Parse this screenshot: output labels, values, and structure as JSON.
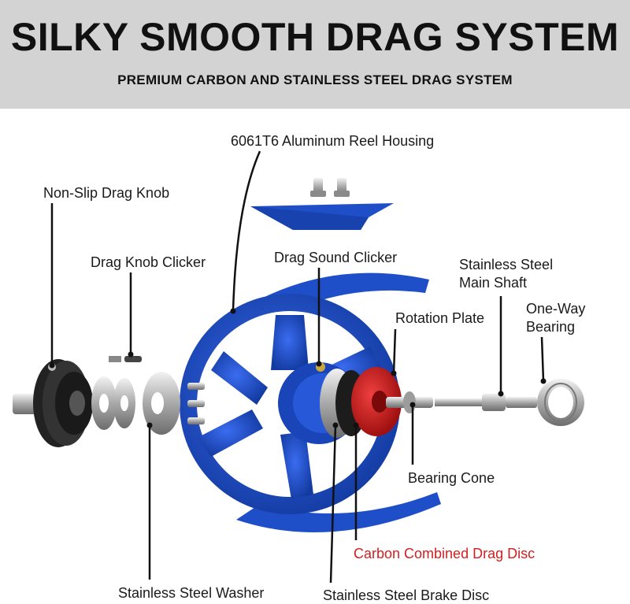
{
  "header": {
    "title": "SILKY SMOOTH DRAG SYSTEM",
    "subtitle": "PREMIUM CARBON AND STAINLESS STEEL DRAG SYSTEM"
  },
  "labels": {
    "housing": "6061T6 Aluminum Reel Housing",
    "knob": "Non-Slip Drag Knob",
    "knob_clicker": "Drag Knob Clicker",
    "sound_clicker": "Drag Sound Clicker",
    "main_shaft_line1": "Stainless Steel",
    "main_shaft_line2": "Main Shaft",
    "one_way_line1": "One-Way",
    "one_way_line2": "Bearing",
    "rotation_plate": "Rotation Plate",
    "bearing_cone": "Bearing Cone",
    "carbon_disc": "Carbon Combined Drag Disc",
    "washer": "Stainless Steel Washer",
    "brake_disc": "Stainless Steel Brake Disc"
  },
  "colors": {
    "banner": "#d3d3d3",
    "reel_blue": "#1f4fc8",
    "drag_red": "#d21f1f",
    "accent_label": "#d21f1f"
  }
}
